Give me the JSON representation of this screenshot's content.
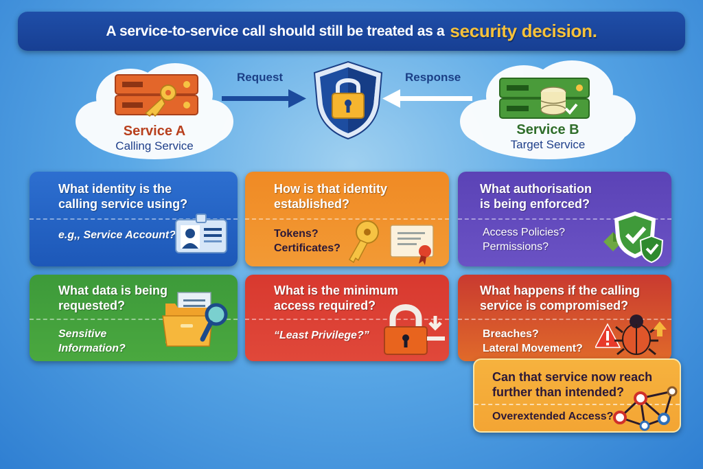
{
  "banner": {
    "text": "A service-to-service call should still be treated as a",
    "highlight": "security decision."
  },
  "flow": {
    "service_a": {
      "name": "Service A",
      "role": "Calling Service",
      "icon": "server-key-icon",
      "name_color": "#b8401e"
    },
    "service_b": {
      "name": "Service B",
      "role": "Target Service",
      "icon": "server-database-icon",
      "name_color": "#2f6d2a"
    },
    "request_label": "Request",
    "response_label": "Response",
    "gateway_icon": "shield-lock-icon"
  },
  "cards": [
    {
      "id": "identity",
      "color": "blue",
      "question": [
        "What identity is the",
        "calling service using?"
      ],
      "answer": [
        "e.g,, Service Account?"
      ],
      "icon": "id-badge-icon"
    },
    {
      "id": "establishment",
      "color": "orange",
      "question": [
        "How is that identity",
        "established?"
      ],
      "answer": [
        "Tokens?",
        "Certificates?"
      ],
      "icon": "key-certificate-icon"
    },
    {
      "id": "authorisation",
      "color": "purple",
      "question": [
        "What authorisation",
        "is being enforced?"
      ],
      "answer": [
        "Access Policies?",
        "Permissions?"
      ],
      "icon": "shield-check-icon"
    },
    {
      "id": "data",
      "color": "green",
      "question": [
        "What data is being",
        "requested?"
      ],
      "answer": [
        "Sensitive",
        "Information?"
      ],
      "icon": "folder-search-icon"
    },
    {
      "id": "least-privilege",
      "color": "red",
      "question": [
        "What is the minimum",
        "access required?"
      ],
      "answer": [
        "“Least Privilege?”"
      ],
      "icon": "padlock-download-icon"
    },
    {
      "id": "compromise",
      "color": "red-orange",
      "question": [
        "What happens if the calling",
        "service is compromised?"
      ],
      "answer": [
        "Breaches?",
        "Lateral Movement?"
      ],
      "icon": "bug-warning-icon"
    },
    {
      "id": "reach",
      "color": "amber",
      "question": [
        "Can that service now reach",
        "further than intended?"
      ],
      "answer": [
        "Overextended Access?"
      ],
      "icon": "network-graph-icon"
    }
  ]
}
